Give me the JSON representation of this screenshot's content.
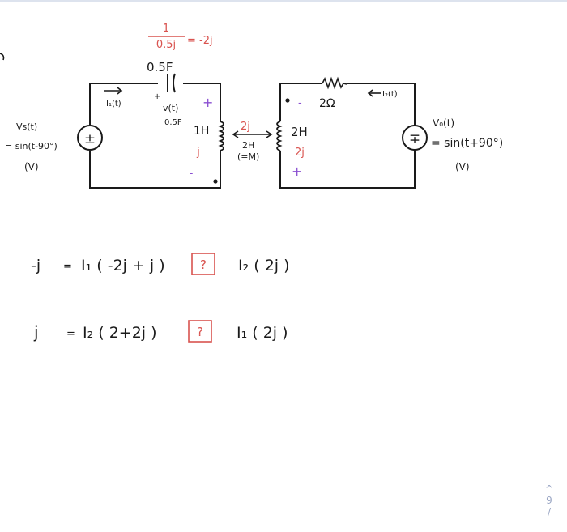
{
  "circuit": {
    "left": {
      "source_label": "Vs(t)",
      "source_expr": "= sin(t-90°)",
      "source_unit": "(V)",
      "current_label": "I₁(t)",
      "source_sign": "±"
    },
    "capacitor": {
      "label_top": "0.5F",
      "label_small": "0.5F",
      "voltage_label": "v(t)",
      "plus": "+",
      "minus": "-",
      "impedance_expr_num": "1",
      "impedance_expr_den": "0.5j",
      "impedance_expr_result": "= -2j"
    },
    "coupling": {
      "left_inductor": "1H",
      "left_impedance": "j",
      "mutual_impedance": "2j",
      "mutual_label": "2H",
      "mutual_note": "(=M)",
      "right_inductor": "2H",
      "right_impedance": "2j",
      "left_plus": "+",
      "left_minus": "-",
      "right_plus": "+",
      "right_minus": "-"
    },
    "right": {
      "resistor_label": "2Ω",
      "current_label": "I₂(t)",
      "source_label": "V₀(t)",
      "source_expr": "= sin(t+90°)",
      "source_unit": "(V)",
      "source_sign": "∓"
    }
  },
  "equations": [
    {
      "lhs": "-j",
      "eq": "=",
      "term1": "I₁ ( -2j + j )",
      "box": "?",
      "term2": "I₂ ( 2j )"
    },
    {
      "lhs": "j",
      "eq": "=",
      "term1": "I₂ ( 2+2j )",
      "box": "?",
      "term2": "I₁ ( 2j )"
    }
  ],
  "pager": {
    "up": "^",
    "page": "9",
    "down": "/"
  },
  "colors": {
    "ink": "#1a1a1a",
    "red": "#d9534f",
    "purple": "#8a4fd1",
    "box": "#d9534f"
  }
}
